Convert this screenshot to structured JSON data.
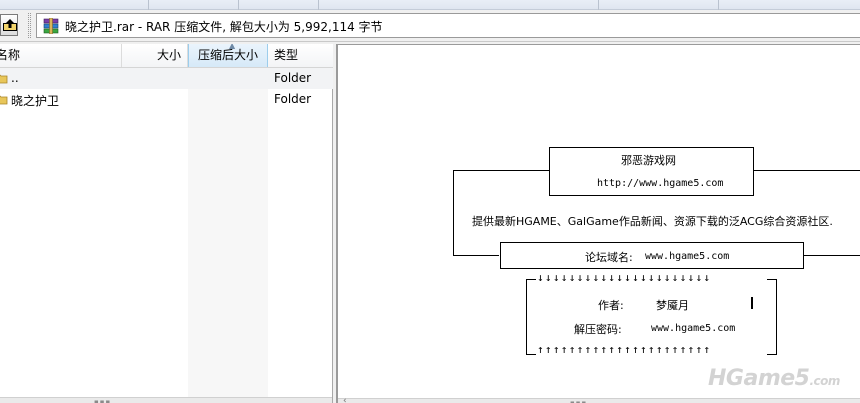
{
  "address_bar": {
    "archive_text": "晓之护卫.rar - RAR 压缩文件, 解包大小为 5,992,114 字节"
  },
  "file_list": {
    "columns": [
      {
        "key": "name",
        "label": "名称"
      },
      {
        "key": "size",
        "label": "大小"
      },
      {
        "key": "packed",
        "label": "压缩后大小"
      },
      {
        "key": "type",
        "label": "类型"
      }
    ],
    "rows": [
      {
        "name": "..",
        "size": "",
        "packed": "",
        "type": "Folder"
      },
      {
        "name": "晓之护卫",
        "size": "",
        "packed": "",
        "type": "Folder"
      }
    ]
  },
  "comment": {
    "site_name": "邪恶游戏网",
    "site_url": "http://www.hgame5.com",
    "tagline": "提供最新HGAME、GalGame作品新闻、资源下载的泛ACG综合资源社区.",
    "forum_label": "论坛域名:",
    "forum_url": "www.hgame5.com",
    "down_arrows": "↓↓↓↓↓↓↓↓↓↓↓↓↓↓↓↓↓↓↓↓↓↓",
    "author_label": "作者:",
    "author_value": "梦魇月",
    "password_label": "解压密码:",
    "password_value": "www.hgame5.com",
    "up_arrows": "↑↑↑↑↑↑↑↑↑↑↑↑↑↑↑↑↑↑↑↑↑↑"
  },
  "watermark": {
    "main": "HGame5",
    "suffix": ".com"
  },
  "icons": [
    "up-folder-icon",
    "rar-archive-icon",
    "folder-icon"
  ]
}
